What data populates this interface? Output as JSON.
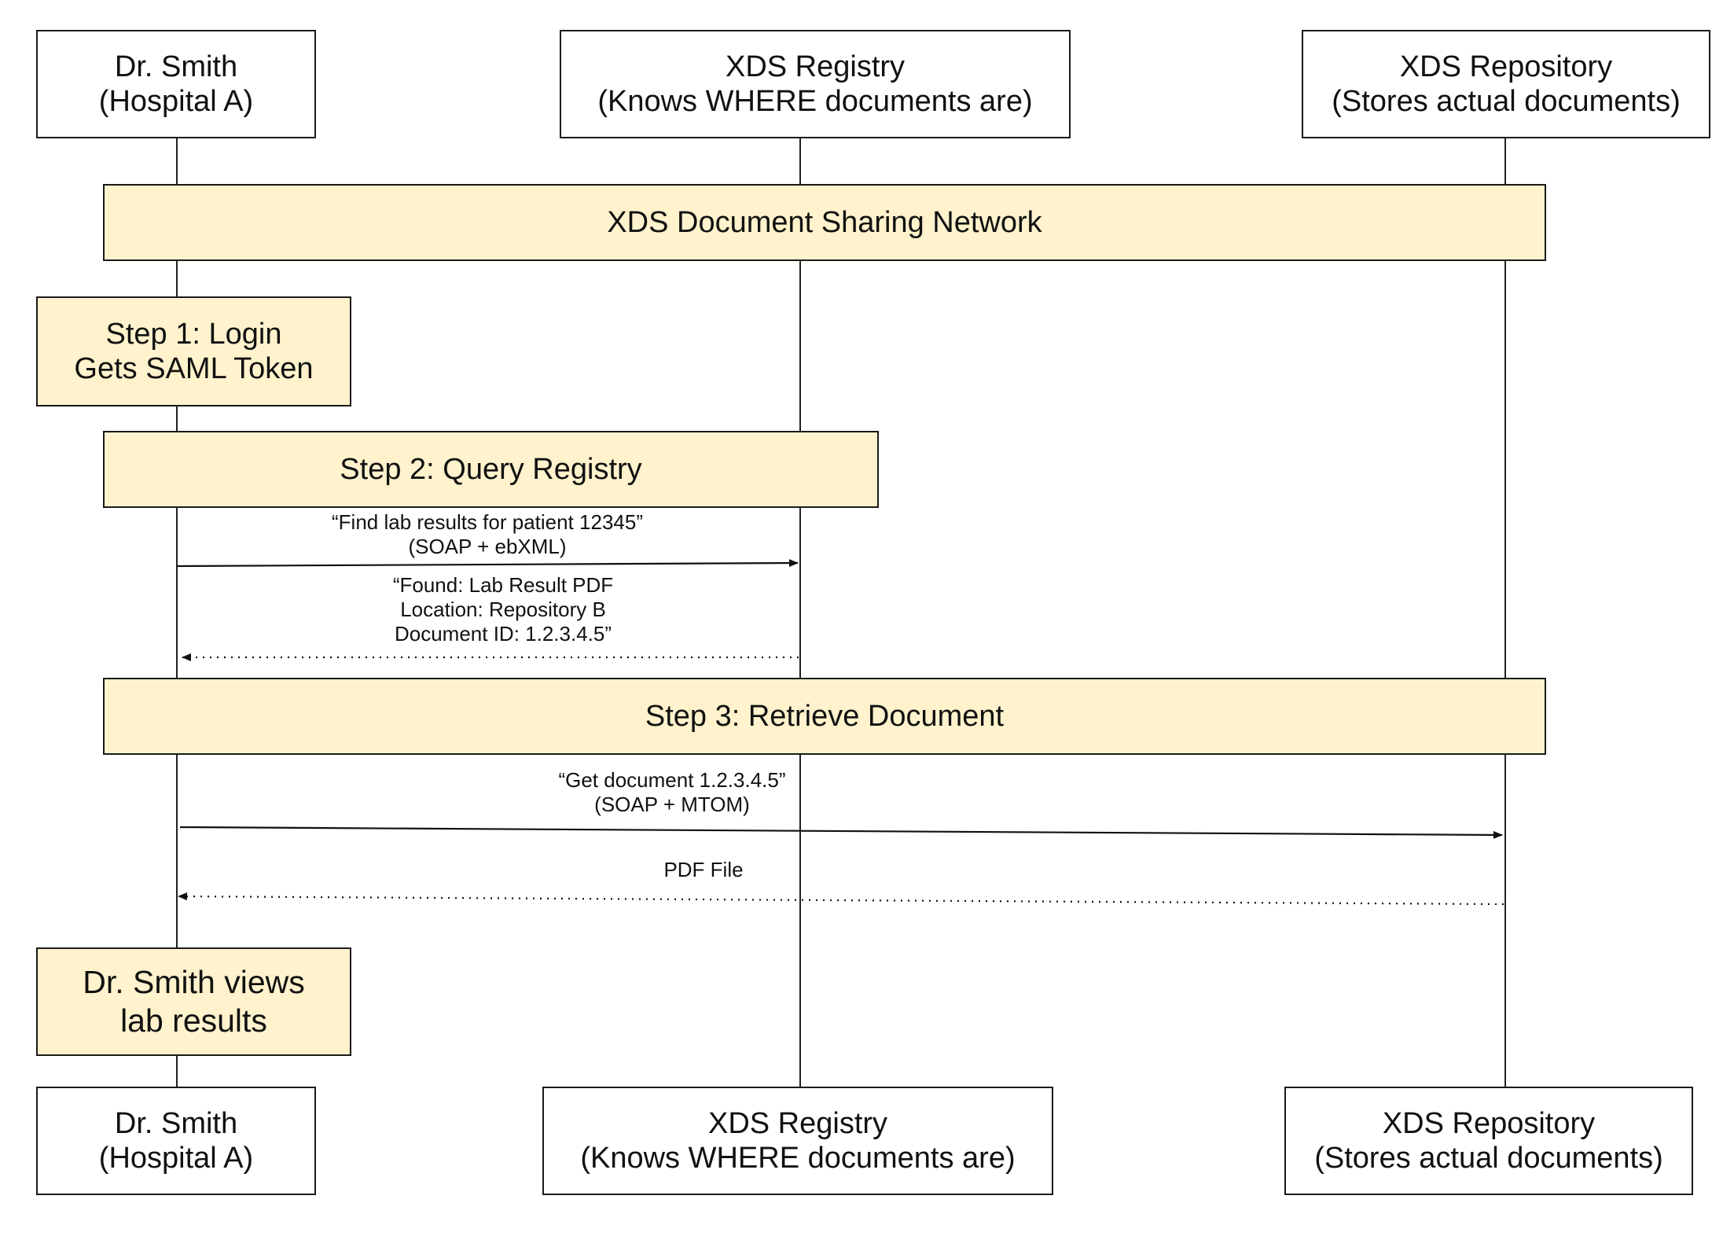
{
  "participants": [
    {
      "id": "smith",
      "name": "Dr. Smith",
      "subtitle": "(Hospital A)"
    },
    {
      "id": "registry",
      "name": "XDS Registry",
      "subtitle": "(Knows WHERE documents are)"
    },
    {
      "id": "repository",
      "name": "XDS Repository",
      "subtitle": "(Stores actual documents)"
    }
  ],
  "notes": {
    "network": "XDS Document Sharing Network",
    "step1_line1": "Step 1: Login",
    "step1_line2": "Gets SAML Token",
    "step2": "Step 2: Query Registry",
    "step3": "Step 3: Retrieve Document",
    "final_line1": "Dr. Smith views",
    "final_line2": "lab results"
  },
  "messages": {
    "query_line1": "“Find lab results for patient 12345”",
    "query_line2": "(SOAP + ebXML)",
    "found_line1": "“Found: Lab Result PDF",
    "found_line2": "Location: Repository B",
    "found_line3": "Document ID: 1.2.3.4.5”",
    "get_line1": "“Get document 1.2.3.4.5”",
    "get_line2": "(SOAP + MTOM)",
    "pdf": "PDF File"
  },
  "colors": {
    "note_fill": "#fff2cc",
    "border": "#1a1a1a",
    "line": "#222222"
  }
}
